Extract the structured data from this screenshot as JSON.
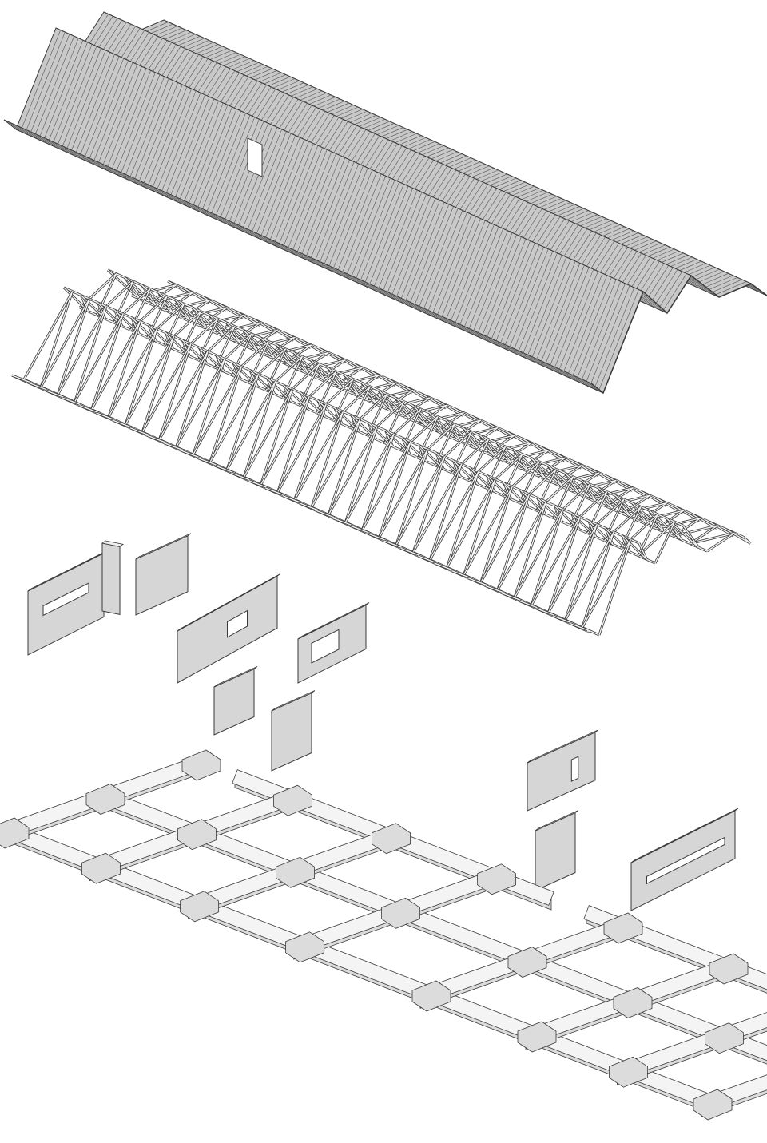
{
  "colors": {
    "background": "#ffffff",
    "roof_light": "#c9c9c9",
    "roof_mid": "#b4b4b4",
    "roof_dark": "#9c9c9c",
    "line": "#3a3a3a",
    "truss": "#f2f2f2",
    "wall": "#d6d6d6",
    "wall_side": "#eeeeee",
    "foundation_top": "#f4f4f4",
    "foundation_side": "#dcdcdc"
  },
  "layers": [
    "roof",
    "truss",
    "walls",
    "foundation"
  ]
}
